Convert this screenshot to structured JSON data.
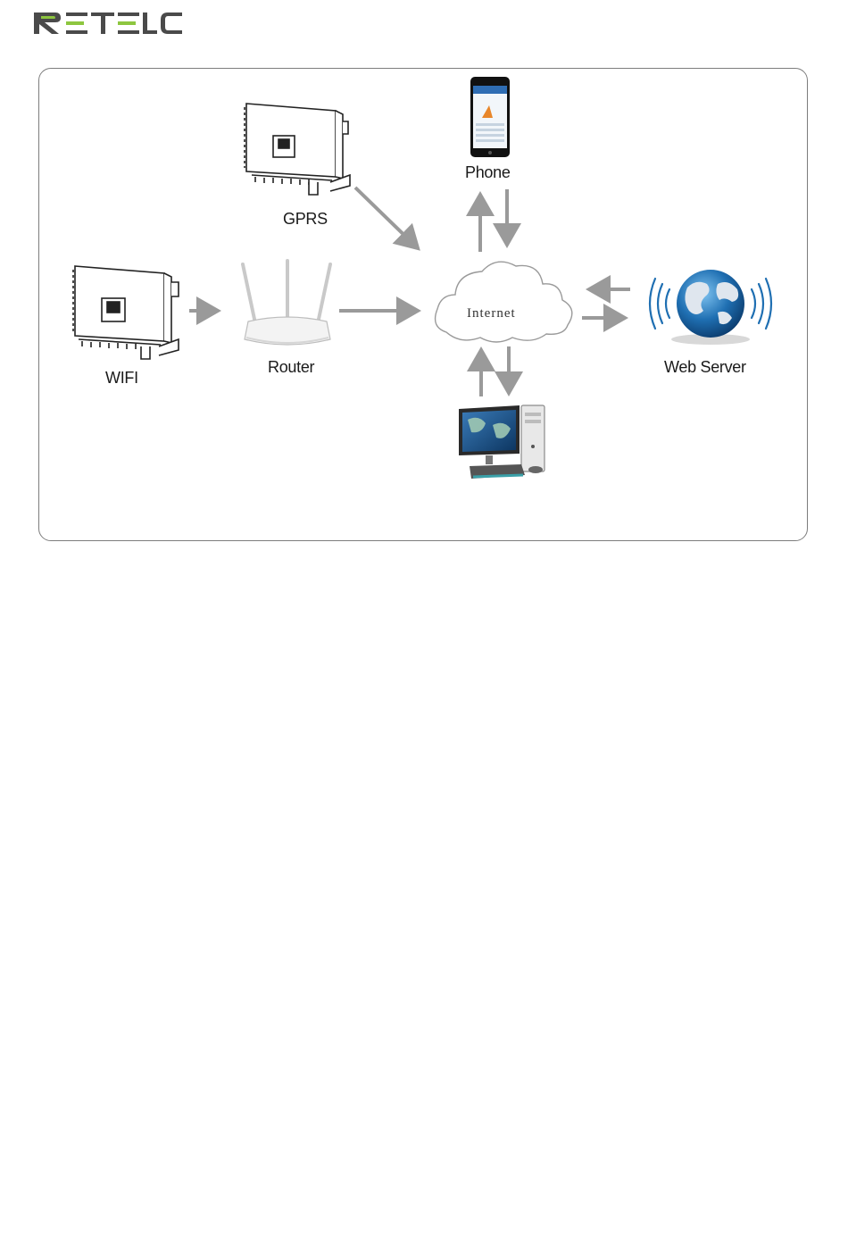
{
  "header": {
    "brand": "RETELEC"
  },
  "diagram": {
    "nodes": {
      "gprs": "GPRS",
      "phone": "Phone",
      "wifi": "WIFI",
      "router": "Router",
      "internet": "Internet",
      "web_server": "Web Server"
    }
  },
  "colors": {
    "arrow": "#9a9a9a",
    "frame": "#7d7d7d",
    "logo_gray": "#4a4a4a",
    "logo_green": "#8dc63f",
    "globe_blue": "#1f6fb2",
    "globe_land": "#dfe6ee"
  },
  "icons": [
    "inverter-icon",
    "phone-icon",
    "router-icon",
    "cloud-icon",
    "globe-icon",
    "computer-icon",
    "wifi-signal-icon"
  ]
}
